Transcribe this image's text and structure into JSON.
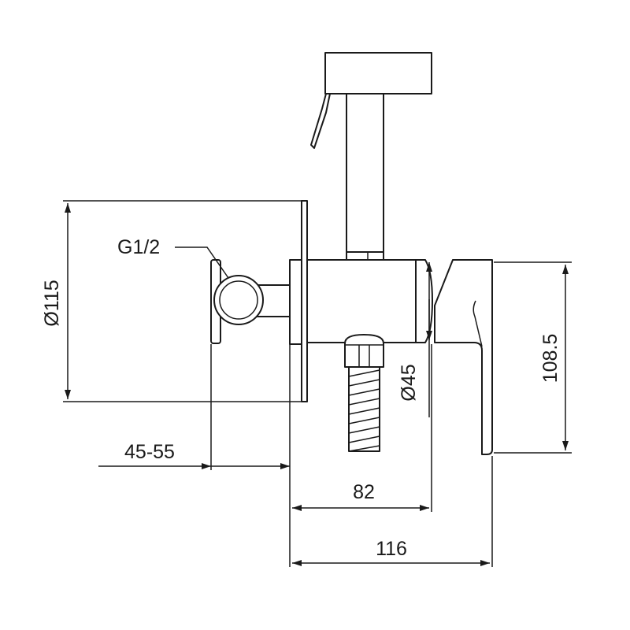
{
  "diagram": {
    "labels": {
      "thread": "G1/2",
      "plate_diameter": "Ø115",
      "wall_offset": "45-55",
      "body_length": "82",
      "total_length": "116",
      "body_diameter": "Ø45",
      "height": "108.5"
    },
    "colors": {
      "stroke": "#1a1a1a",
      "background": "#ffffff"
    }
  }
}
